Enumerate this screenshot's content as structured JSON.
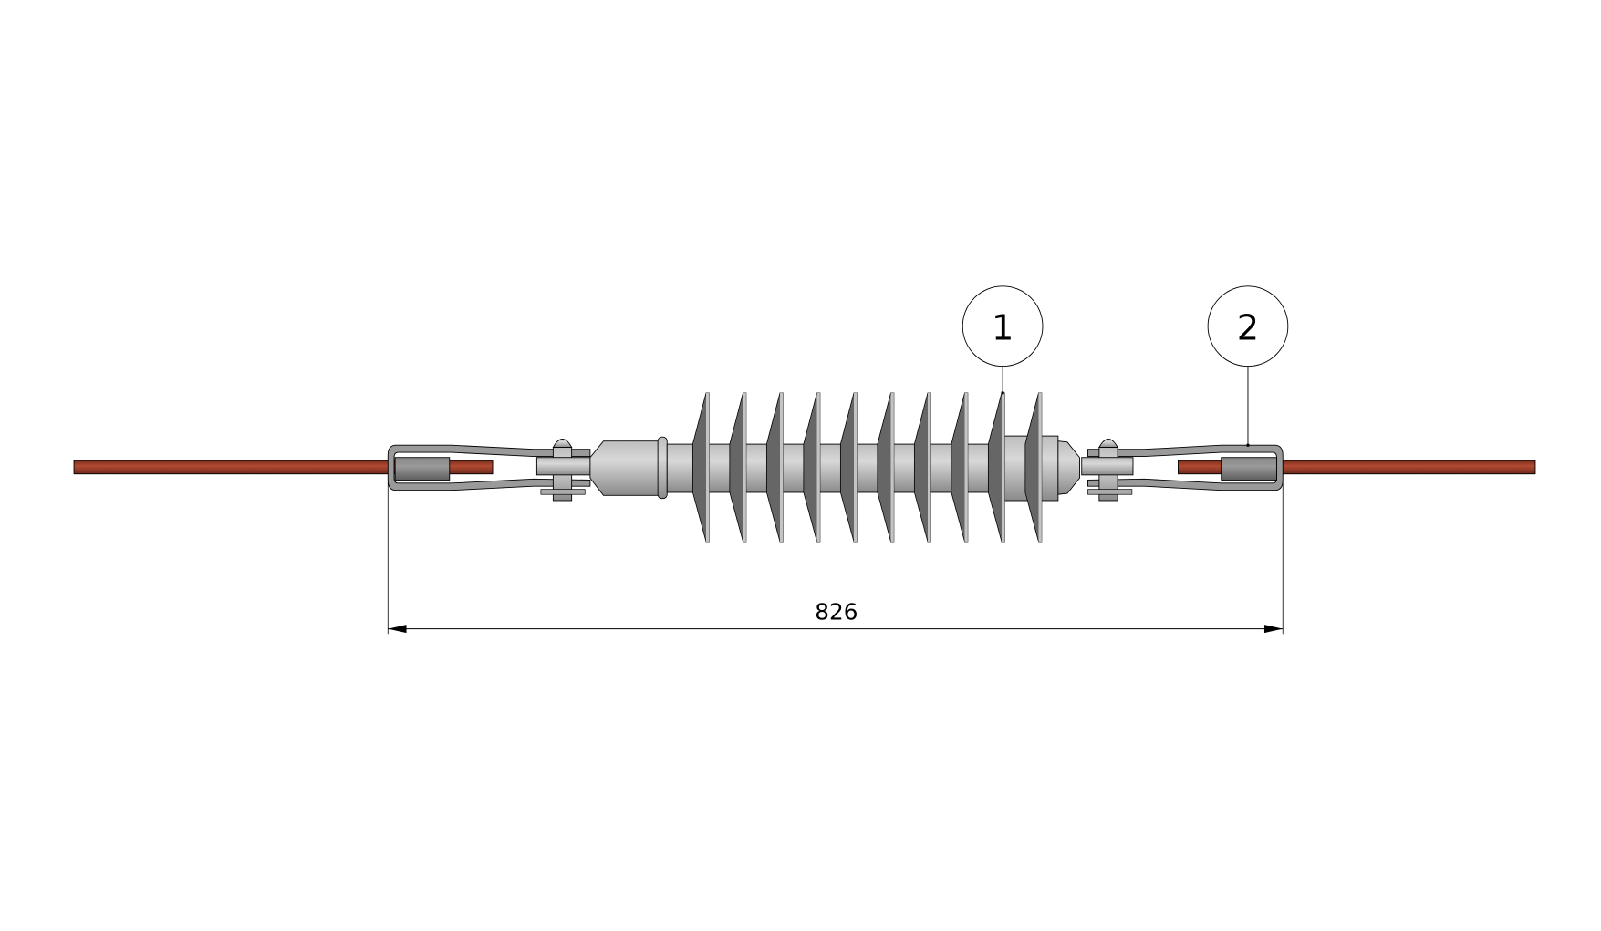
{
  "drawing": {
    "balloons": [
      {
        "label": "1",
        "target": "insulator"
      },
      {
        "label": "2",
        "target": "dead-end-clamp"
      }
    ],
    "dimension": {
      "value": "826"
    },
    "shed_count": 10,
    "colors": {
      "cable": "#a3432c",
      "cable_dark": "#6e2a1b",
      "metal": "#c8c8c8",
      "shed": "#666666",
      "outline": "#000000"
    }
  }
}
